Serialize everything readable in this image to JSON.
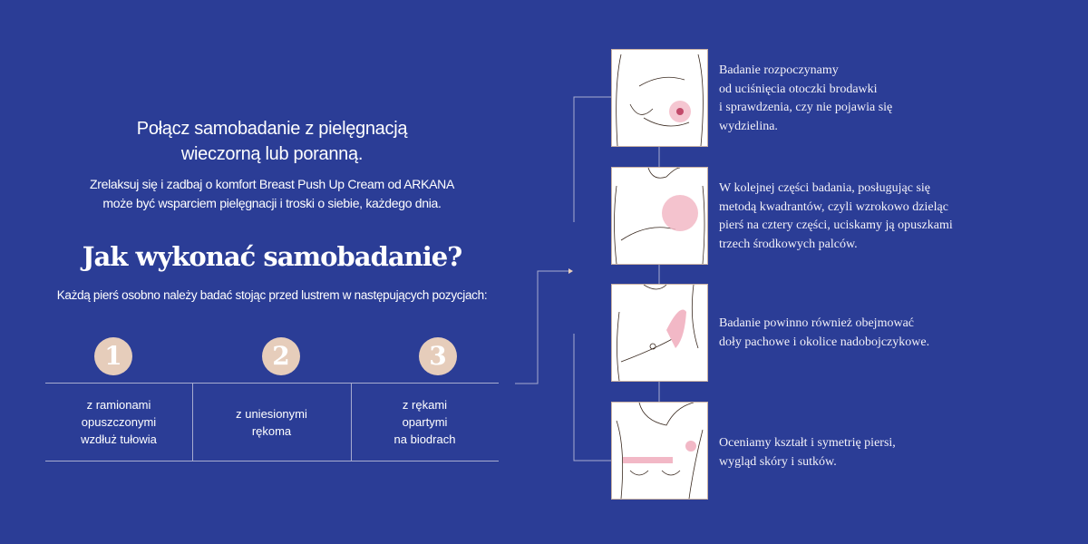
{
  "intro": {
    "title": "Połącz samobadanie z pielęgnacją\nwieczorną lub poranną.",
    "lead_1": "Zrelaksuj się i zadbaj o komfort Breast Push Up Cream od ARKANA",
    "lead_2": "może być wsparciem pielęgnacji i troski o siebie, każdego dnia."
  },
  "heading": "Jak wykonać samobadanie?",
  "positions_intro": "Każdą pierś osobno należy badać stojąc przed lustrem w następujących pozycjach:",
  "positions": [
    {
      "number": "1",
      "label": "z ramionami\nopuszczonymi\nwzdłuż tułowia"
    },
    {
      "number": "2",
      "label": "z uniesionymi\nrękoma"
    },
    {
      "number": "3",
      "label": "z rękami\nopartymi\nna biodrach"
    }
  ],
  "steps": [
    {
      "text": "Badanie rozpoczynamy\nod uciśnięcia otoczki brodawki\ni sprawdzenia, czy nie pojawia się\nwydzielina."
    },
    {
      "text": "W kolejnej części badania, posługując się\nmetodą kwadrantów, czyli wzrokowo dzieląc\npierś na cztery części, uciskamy ją opuszkami\ntrzech środkowych palców."
    },
    {
      "text": "Badanie powinno również obejmować\ndoły pachowe i okolice nadobojczykowe."
    },
    {
      "text": "Oceniamy kształt i symetrię piersi,\nwygląd skóry i sutków."
    }
  ],
  "colors": {
    "background": "#2b3d96",
    "accent": "#e6cdbb",
    "highlight": "#f2b8c6"
  }
}
